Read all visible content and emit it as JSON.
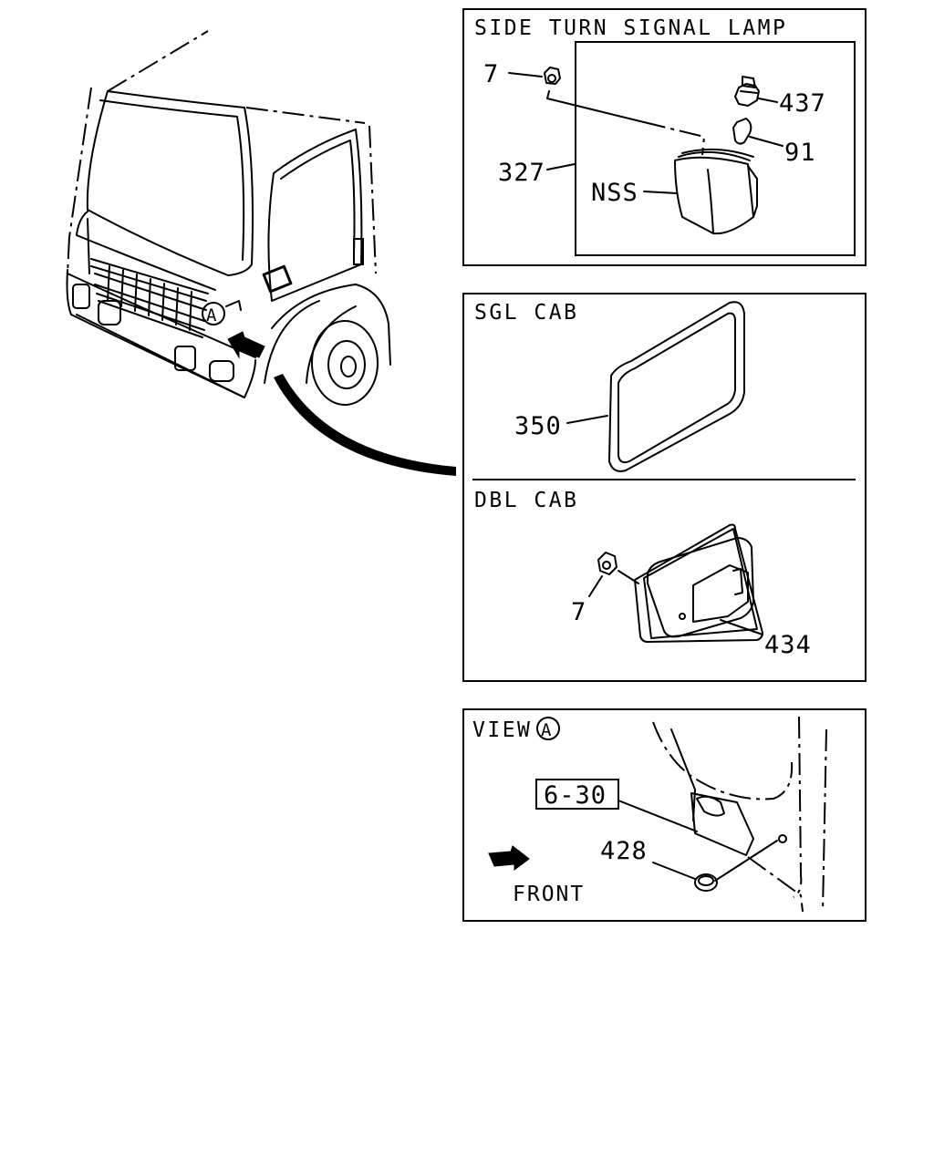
{
  "panels": {
    "side_turn_signal_lamp": {
      "title": "SIDE TURN SIGNAL LAMP",
      "callouts": {
        "nut": "7",
        "socket": "437",
        "bulb": "91",
        "assembly": "327",
        "nss": "NSS"
      }
    },
    "sgl_cab": {
      "title": "SGL CAB",
      "callouts": {
        "lens": "350"
      }
    },
    "dbl_cab": {
      "title": "DBL CAB",
      "callouts": {
        "nut": "7",
        "lamp": "434"
      }
    },
    "view_a": {
      "title": "VIEW",
      "view_marker": "A",
      "callouts": {
        "ref_box": "6-30",
        "grommet": "428"
      },
      "front_label": "FRONT"
    }
  },
  "truck": {
    "view_marker": "A"
  }
}
